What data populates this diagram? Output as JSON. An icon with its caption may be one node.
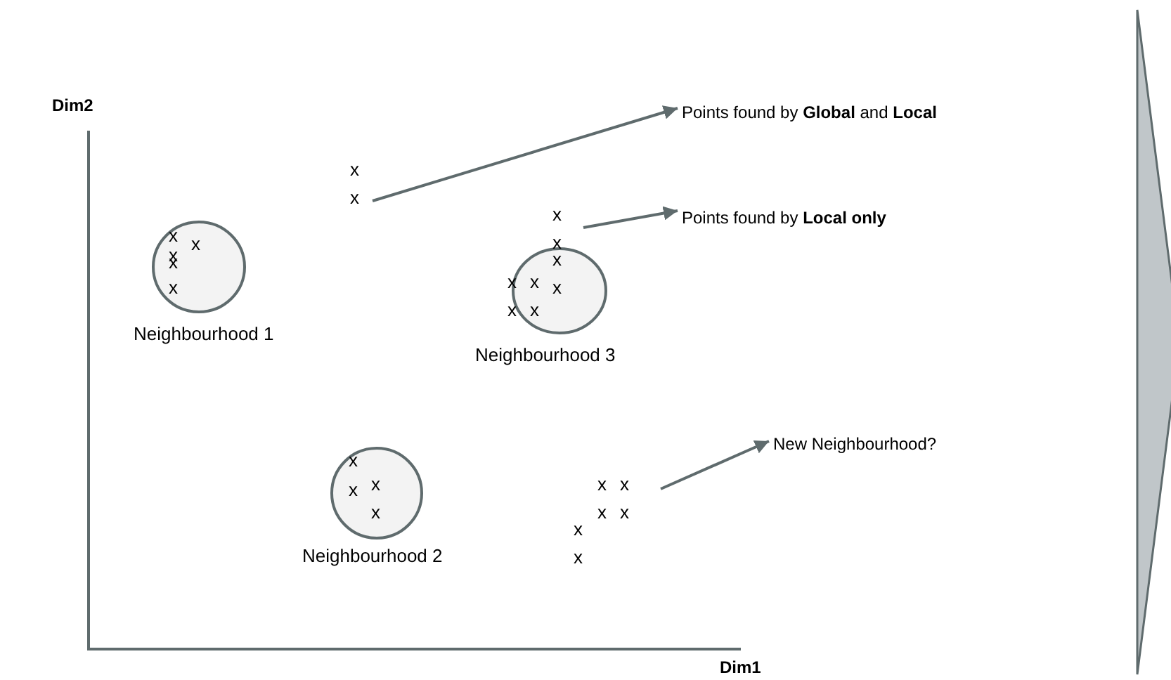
{
  "diagram": {
    "nodes": [
      {
        "text": [
          "Points found by **Global** and **Local**"
        ]
      },
      {
        "text": [
          "Points found by **Local only**"
        ]
      },
      {
        "text": [
          "New Neighbourhood?"
        ]
      },
      {
        "text": [],
        "shape": "circle",
        "beside": [
          "Neighbourhood 1"
        ]
      },
      {
        "text": [],
        "shape": "circle",
        "beside": [
          "Neighbourhood 3"
        ]
      },
      {
        "text": [],
        "shape": "circle",
        "beside": [
          "Neighbourhood 2"
        ]
      },
      {
        "text": [],
        "shape": "triangle"
      }
    ],
    "edges": [
      {
        "from": null,
        "to": 0,
        "arrow": "to"
      },
      {
        "from": null,
        "to": 1,
        "arrow": "to"
      },
      {
        "from": null,
        "to": 2,
        "arrow": "to"
      }
    ],
    "labels": [
      "Dim2",
      "x",
      "x",
      "x",
      "x",
      "x",
      "x",
      "x",
      "x",
      "x",
      "x",
      "x",
      "x",
      "x",
      "x",
      "x",
      "x",
      "x",
      "x",
      "x",
      "x",
      "x",
      "x",
      "x",
      "x",
      "x",
      "Dim1"
    ]
  }
}
